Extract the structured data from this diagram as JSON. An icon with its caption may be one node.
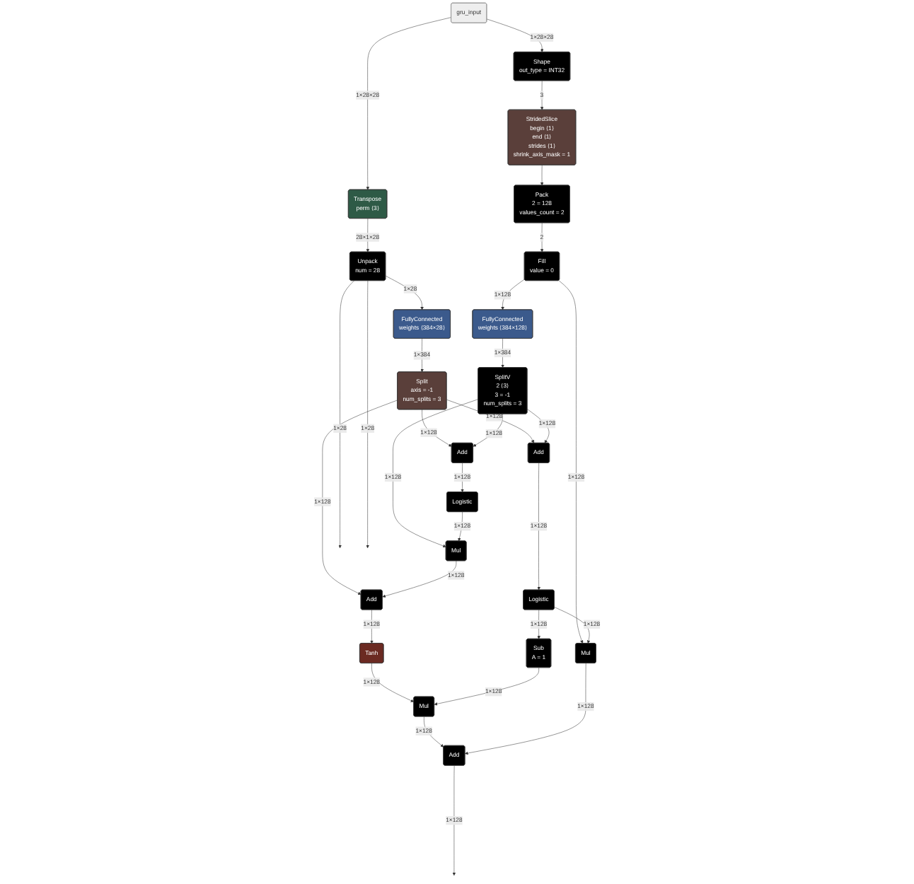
{
  "diagram": {
    "nodes": [
      {
        "text": [
          "gru_input"
        ]
      },
      {
        "text": [
          "Shape",
          "out_type = INT32"
        ]
      },
      {
        "text": [
          "StridedSlice",
          "begin ⟨1⟩",
          "end ⟨1⟩",
          "strides ⟨1⟩",
          "shrink_axis_mask = 1"
        ]
      },
      {
        "text": [
          "Pack",
          "2 = 128",
          "values_count = 2"
        ]
      },
      {
        "text": [
          "Fill",
          "value = 0"
        ]
      },
      {
        "text": [
          "Transpose",
          "perm ⟨3⟩"
        ]
      },
      {
        "text": [
          "Unpack",
          "num = 28"
        ]
      },
      {
        "text": [
          "FullyConnected",
          "weights ⟨384×28⟩"
        ]
      },
      {
        "text": [
          "FullyConnected",
          "weights ⟨384×128⟩"
        ]
      },
      {
        "text": [
          "Split",
          "axis = -1",
          "num_splits = 3"
        ]
      },
      {
        "text": [
          "SplitV",
          "2 ⟨3⟩",
          "3 = -1",
          "num_splits = 3"
        ]
      },
      {
        "text": [
          "Add"
        ]
      },
      {
        "text": [
          "Add"
        ]
      },
      {
        "text": [
          "Logistic"
        ]
      },
      {
        "text": [
          "Logistic"
        ]
      },
      {
        "text": [
          "Mul"
        ]
      },
      {
        "text": [
          "Sub",
          "A = 1"
        ]
      },
      {
        "text": [
          "Mul"
        ]
      },
      {
        "text": [
          "Add"
        ]
      },
      {
        "text": [
          "Tanh"
        ]
      },
      {
        "text": [
          "Mul"
        ]
      },
      {
        "text": [
          "Add"
        ]
      }
    ],
    "edges": [
      {
        "from": 0,
        "to": 5,
        "arrow": "to",
        "label": "1×28×28"
      },
      {
        "from": 0,
        "to": 1,
        "arrow": "to",
        "label": "1×28×28"
      },
      {
        "from": 1,
        "to": 2,
        "arrow": "to",
        "label": "3"
      },
      {
        "from": 2,
        "to": 3,
        "arrow": "to"
      },
      {
        "from": 3,
        "to": 4,
        "arrow": "to",
        "label": "2"
      },
      {
        "from": 5,
        "to": 6,
        "arrow": "to",
        "label": "28×1×28"
      },
      {
        "from": 6,
        "to": 7,
        "arrow": "to",
        "label": "1×28"
      },
      {
        "from": 4,
        "to": 8,
        "arrow": "to",
        "label": "1×128"
      },
      {
        "from": 7,
        "to": 9,
        "arrow": "to",
        "label": "1×384"
      },
      {
        "from": 8,
        "to": 10,
        "arrow": "to",
        "label": "1×384"
      },
      {
        "from": 9,
        "to": 11,
        "arrow": "to",
        "label": "1×128"
      },
      {
        "from": 10,
        "to": 11,
        "arrow": "to",
        "label": "1×128"
      },
      {
        "from": 9,
        "to": 12,
        "arrow": "to",
        "label": "1×128"
      },
      {
        "from": 10,
        "to": 12,
        "arrow": "to",
        "label": "1×128"
      },
      {
        "from": 11,
        "to": 13,
        "arrow": "to",
        "label": "1×128"
      },
      {
        "from": 12,
        "to": 14,
        "arrow": "to",
        "label": "1×128"
      },
      {
        "from": 4,
        "to": 15,
        "arrow": "to",
        "label": "1×128"
      },
      {
        "from": 13,
        "to": 15,
        "arrow": "to",
        "label": "1×128"
      },
      {
        "from": 13,
        "to": 16,
        "arrow": "to",
        "label": "1×128"
      },
      {
        "from": 10,
        "to": 17,
        "arrow": "to",
        "label": "1×128"
      },
      {
        "from": 14,
        "to": 17,
        "arrow": "to",
        "label": "1×128"
      },
      {
        "from": 9,
        "to": 18,
        "arrow": "to",
        "label": "1×128"
      },
      {
        "from": 17,
        "to": 18,
        "arrow": "to",
        "label": "1×128"
      },
      {
        "from": 18,
        "to": 19,
        "arrow": "to",
        "label": "1×128"
      },
      {
        "from": 19,
        "to": 20,
        "arrow": "to",
        "label": "1×128"
      },
      {
        "from": 16,
        "to": 20,
        "arrow": "to",
        "label": "1×128"
      },
      {
        "from": 20,
        "to": 21,
        "arrow": "to",
        "label": "1×128"
      },
      {
        "from": 15,
        "to": 21,
        "arrow": "to",
        "label": "1×128"
      },
      {
        "from": 21,
        "to": null,
        "arrow": "to",
        "label": "1×128"
      },
      {
        "from": 6,
        "to": null,
        "arrow": "to",
        "label": "1×28"
      },
      {
        "from": 6,
        "to": null,
        "arrow": "to",
        "label": "1×28"
      }
    ]
  }
}
